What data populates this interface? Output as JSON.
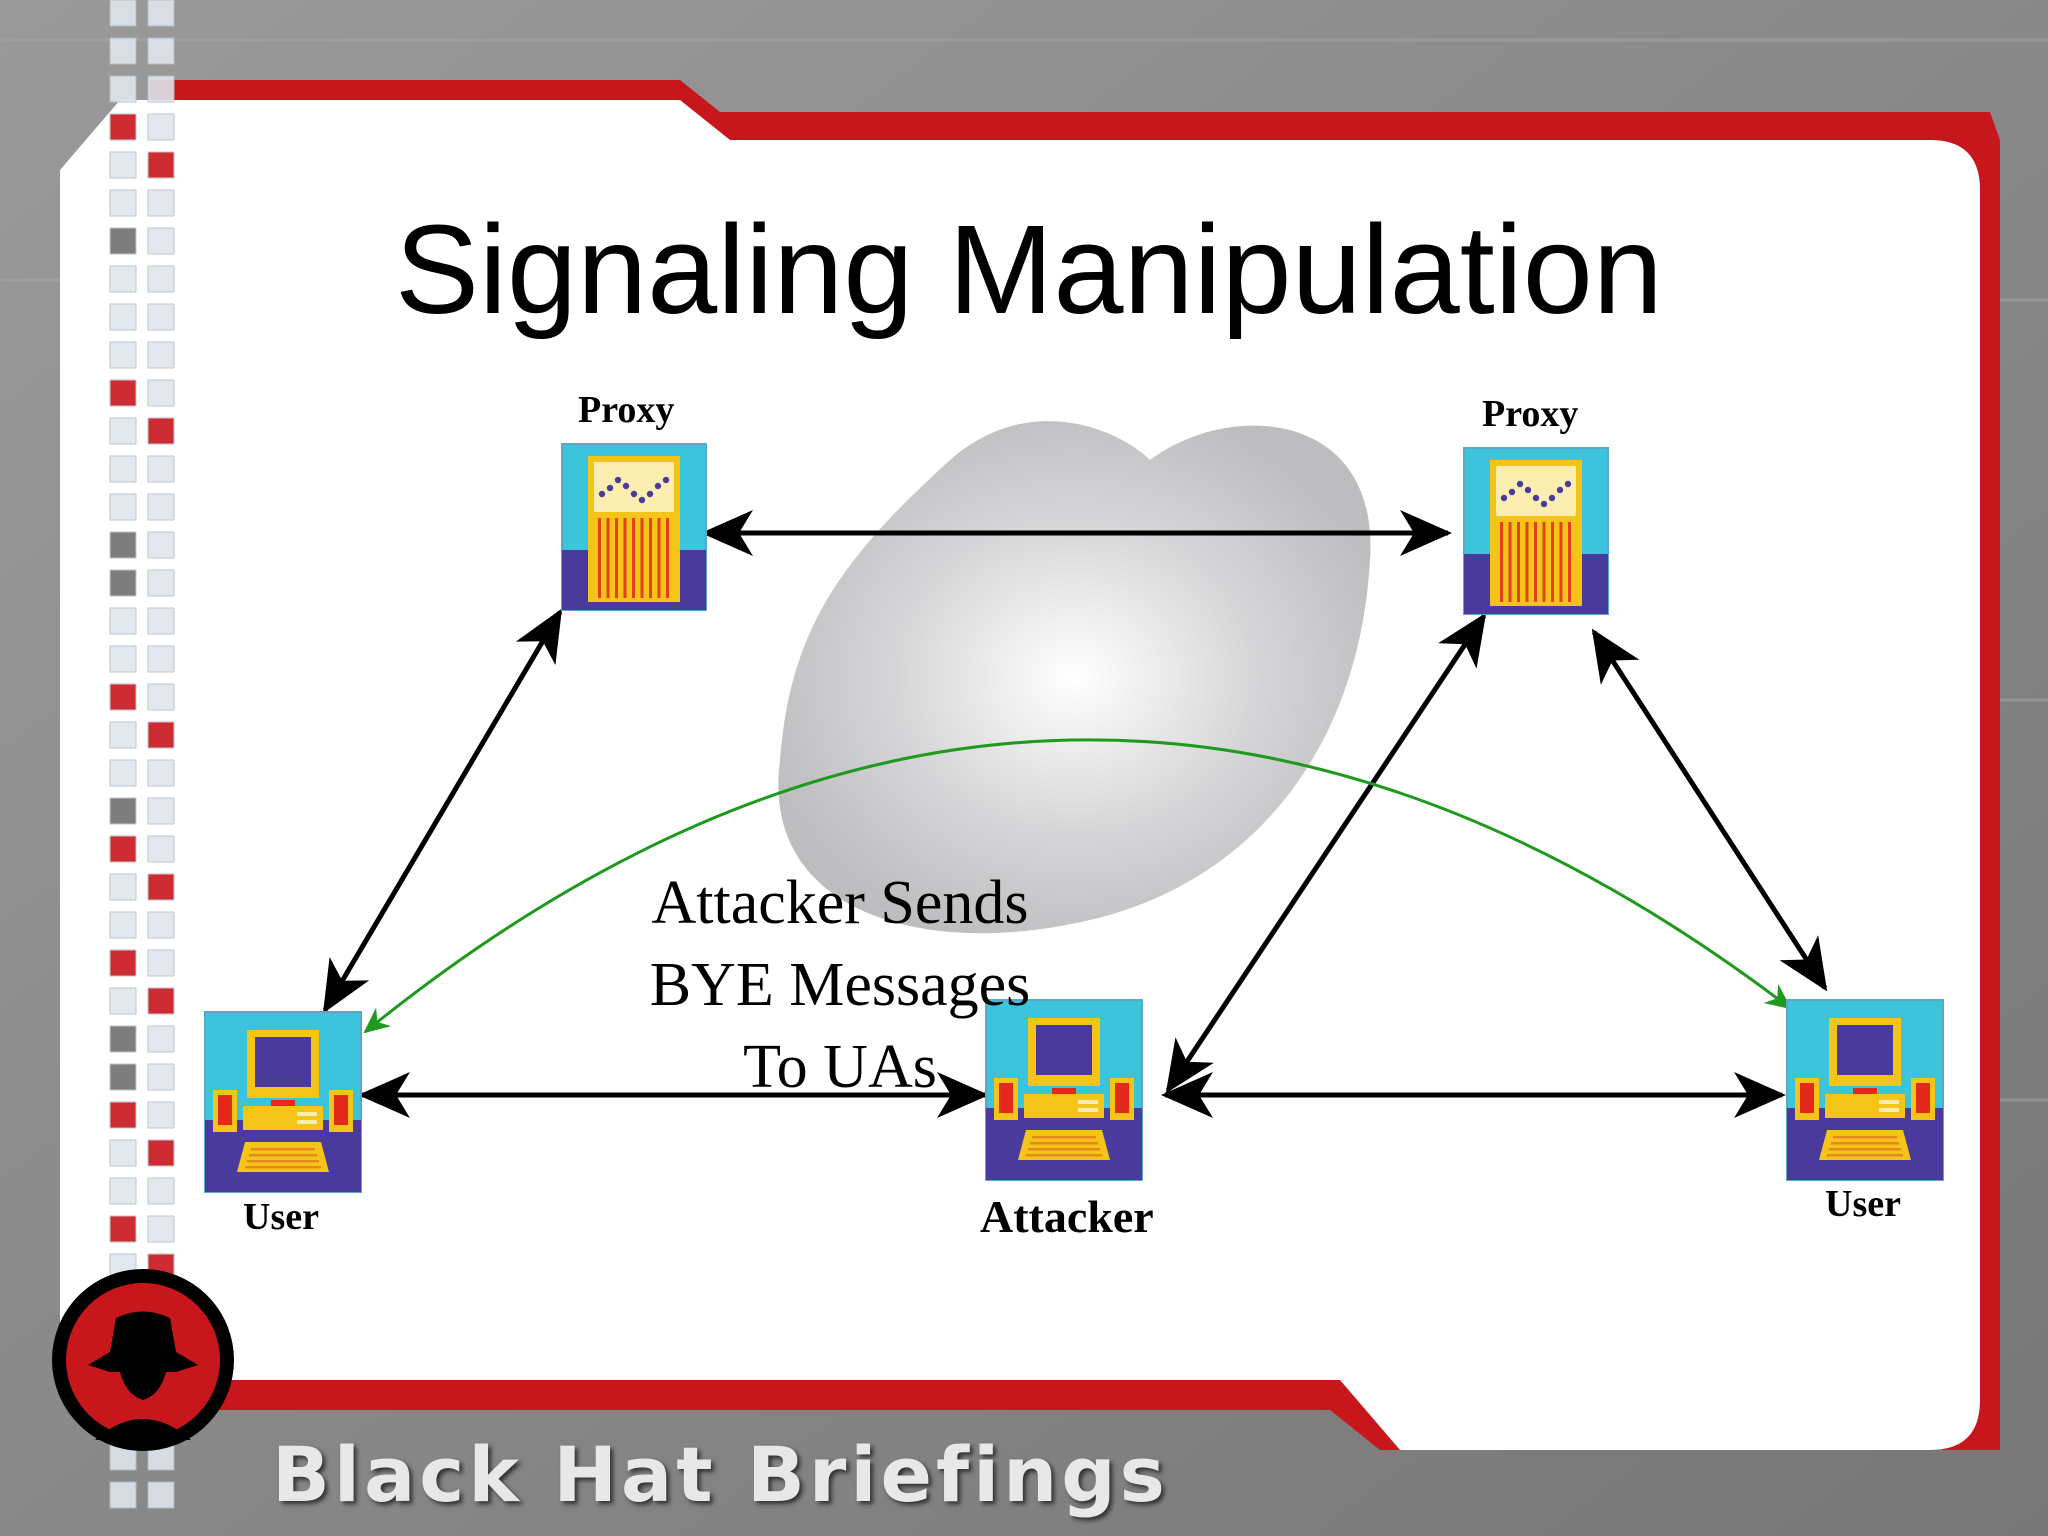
{
  "slide": {
    "title": "Signaling Manipulation",
    "footer_brand": "Black Hat Briefings"
  },
  "diagram": {
    "nodes": [
      {
        "id": "proxy-left",
        "type": "proxy",
        "label": "Proxy"
      },
      {
        "id": "proxy-right",
        "type": "proxy",
        "label": "Proxy"
      },
      {
        "id": "user-left",
        "type": "computer",
        "label": "User"
      },
      {
        "id": "attacker",
        "type": "computer",
        "label": "Attacker"
      },
      {
        "id": "user-right",
        "type": "computer",
        "label": "User"
      }
    ],
    "edges": [
      {
        "from": "proxy-left",
        "to": "proxy-right",
        "style": "black-double-arrow"
      },
      {
        "from": "proxy-left",
        "to": "user-left",
        "style": "black-double-arrow"
      },
      {
        "from": "proxy-right",
        "to": "attacker",
        "style": "black-double-arrow"
      },
      {
        "from": "proxy-right",
        "to": "user-right",
        "style": "black-double-arrow"
      },
      {
        "from": "user-left",
        "to": "attacker",
        "style": "black-double-arrow"
      },
      {
        "from": "attacker",
        "to": "user-right",
        "style": "black-double-arrow"
      },
      {
        "from": "user-left",
        "to": "user-right",
        "style": "green-curved-double-arrow"
      }
    ],
    "annotation": [
      "Attacker Sends",
      "BYE Messages",
      "To UAs"
    ]
  },
  "colors": {
    "accent_red": "#c8171c",
    "icon_cyan": "#3cc4dc",
    "icon_purple": "#4a3a9c",
    "icon_yellow": "#f5c418",
    "arrow_green": "#1f9a1f"
  }
}
